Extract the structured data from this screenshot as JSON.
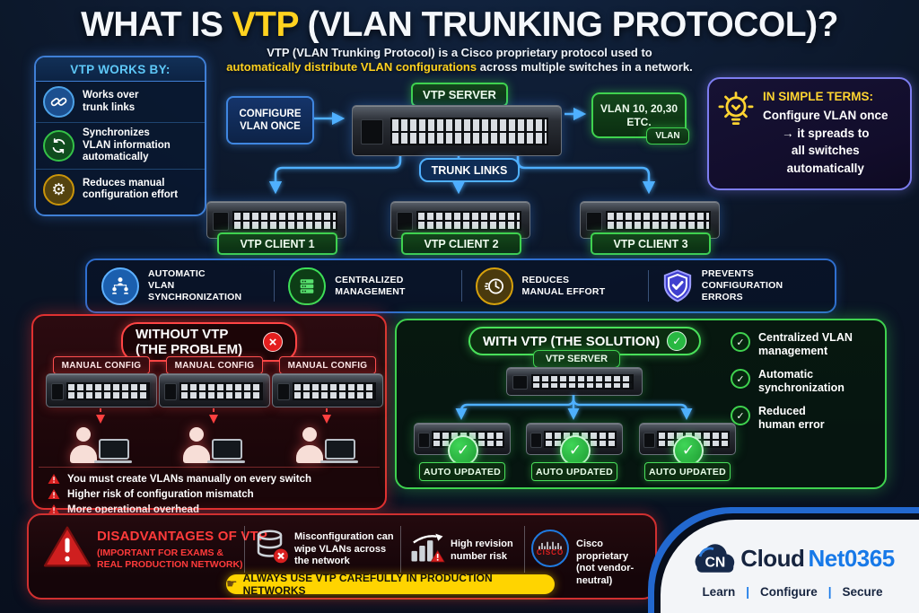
{
  "colors": {
    "accent_blue": "#4fb0ff",
    "accent_green": "#3fd24f",
    "accent_yellow": "#ffd21f",
    "accent_red": "#e03131",
    "background": "#0b1526"
  },
  "icons": {
    "gear": "⚙",
    "check": "✓",
    "cross": "×",
    "pointing_hand": "☛"
  },
  "title": {
    "prefix": "WHAT IS ",
    "highlight": "VTP",
    "suffix": " (VLAN TRUNKING PROTOCOL)?"
  },
  "subtitle": {
    "line1": "VTP (VLAN Trunking Protocol) is a Cisco proprietary protocol used to",
    "line2_highlight": "automatically distribute VLAN configurations",
    "line2_rest": " across multiple switches in a network."
  },
  "works_by": {
    "heading": "VTP WORKS BY:",
    "items": [
      {
        "icon": "link-icon",
        "label": "Works over\ntrunk links"
      },
      {
        "icon": "sync-icon",
        "label": "Synchronizes\nVLAN information\nautomatically"
      },
      {
        "icon": "gear-icon",
        "label": "Reduces manual\nconfiguration effort"
      }
    ]
  },
  "diagram": {
    "configure_label": "CONFIGURE\nVLAN ONCE",
    "server_label": "VTP SERVER",
    "vlan_box": "VLAN 10, 20,30\nETC.",
    "vlan_badge": "VLAN",
    "trunk_label": "TRUNK LINKS",
    "clients": [
      "VTP CLIENT 1",
      "VTP CLIENT 2",
      "VTP CLIENT 3"
    ]
  },
  "simple_terms": {
    "heading": "IN SIMPLE TERMS:",
    "body": "Configure VLAN once\n→  it spreads to\nall switches\nautomatically"
  },
  "features": {
    "items": [
      {
        "icon": "vlan-sync-icon",
        "label": "AUTOMATIC\nVLAN\nSYNCHRONIZATION"
      },
      {
        "icon": "server-stack-icon",
        "label": "CENTRALIZED\nMANAGEMENT"
      },
      {
        "icon": "clock-icon",
        "label": "REDUCES\nMANUAL EFFORT"
      },
      {
        "icon": "shield-check-icon",
        "label": "PREVENTS\nCONFIGURATION\nERRORS"
      }
    ]
  },
  "without_vtp": {
    "heading": "WITHOUT VTP (THE PROBLEM)",
    "manual_config_label": "MANUAL CONFIG",
    "problems": [
      "You must create VLANs manually on every switch",
      "Higher risk of configuration mismatch",
      "More operational overhead"
    ]
  },
  "with_vtp": {
    "heading": "WITH VTP (THE SOLUTION)",
    "server_label": "VTP SERVER",
    "auto_updated_label": "AUTO UPDATED",
    "benefits": [
      "Centralized VLAN\nmanagement",
      "Automatic\nsynchronization",
      "Reduced\nhuman error"
    ]
  },
  "disadvantages": {
    "heading": "DISADVANTAGES OF VTP",
    "subheading": "(IMPORTANT FOR EXAMS &\nREAL PRODUCTION NETWORK)",
    "items": [
      {
        "icon": "database-error-icon",
        "label": "Misconfiguration can\nwipe VLANs across\nthe network"
      },
      {
        "icon": "revision-risk-icon",
        "label": "High revision\nnumber risk"
      },
      {
        "icon": "cisco-logo",
        "label": "Cisco proprietary\n(not vendor-neutral)"
      }
    ],
    "cisco_text": "CISCO",
    "banner": "ALWAYS USE VTP CAREFULLY IN PRODUCTION NETWORKS"
  },
  "brand": {
    "monogram": "CN",
    "name_dark": "Cloud",
    "name_accent": "Net0365",
    "separator": "|",
    "tagline": [
      "Learn",
      "Configure",
      "Secure"
    ]
  }
}
